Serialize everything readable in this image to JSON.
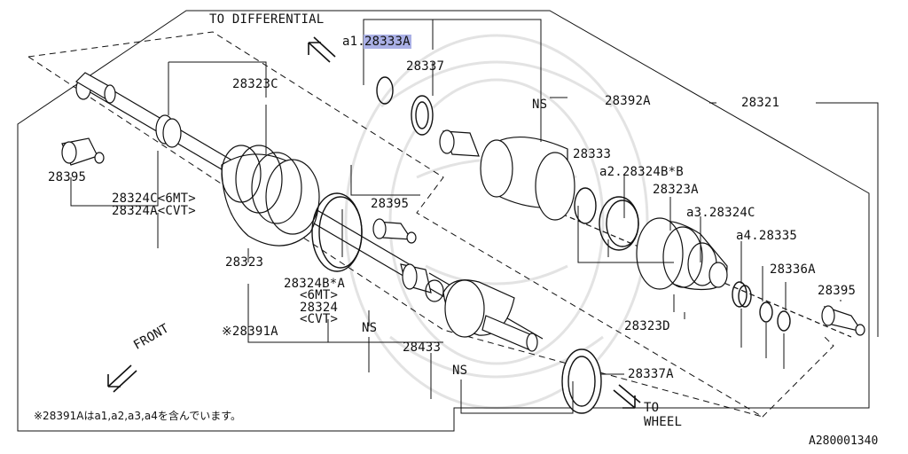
{
  "directions": {
    "to_differential": "TO DIFFERENTIAL",
    "to_wheel_1": "TO",
    "to_wheel_2": "WHEEL",
    "front": "FRONT"
  },
  "labels": {
    "a1_prefix": "a1.",
    "p28333A": "28333A",
    "p28337": "28337",
    "p28323C": "28323C",
    "p28392A": "28392A",
    "p28321": "28321",
    "ns_1": "NS",
    "p28395_left": "28395",
    "p28324C_6MT": "28324C<6MT>",
    "p28324A_CVT": "28324A<CVT>",
    "p28395_mid": "28395",
    "p28333": "28333",
    "a2": "a2.28324B*B",
    "p28323A": "28323A",
    "a3": "a3.28324C",
    "a4": "a4.28335",
    "p28336A": "28336A",
    "p28395_right": "28395",
    "p28323": "28323",
    "p28324B_A": "28324B*A",
    "sub_6MT": "<6MT>",
    "p28324": "28324",
    "sub_CVT": "<CVT>",
    "p28391A": "※28391A",
    "ns_2": "NS",
    "p28433": "28433",
    "ns_3": "NS",
    "p28323D": "28323D",
    "p28337A": "28337A"
  },
  "footnote": "※28391Aはa1,a2,a3,a4を含んでいます。",
  "figure_id": "A280001340",
  "colors": {
    "line": "#111111",
    "highlight": "#aab0e6",
    "watermark": "#e6e6e6"
  }
}
